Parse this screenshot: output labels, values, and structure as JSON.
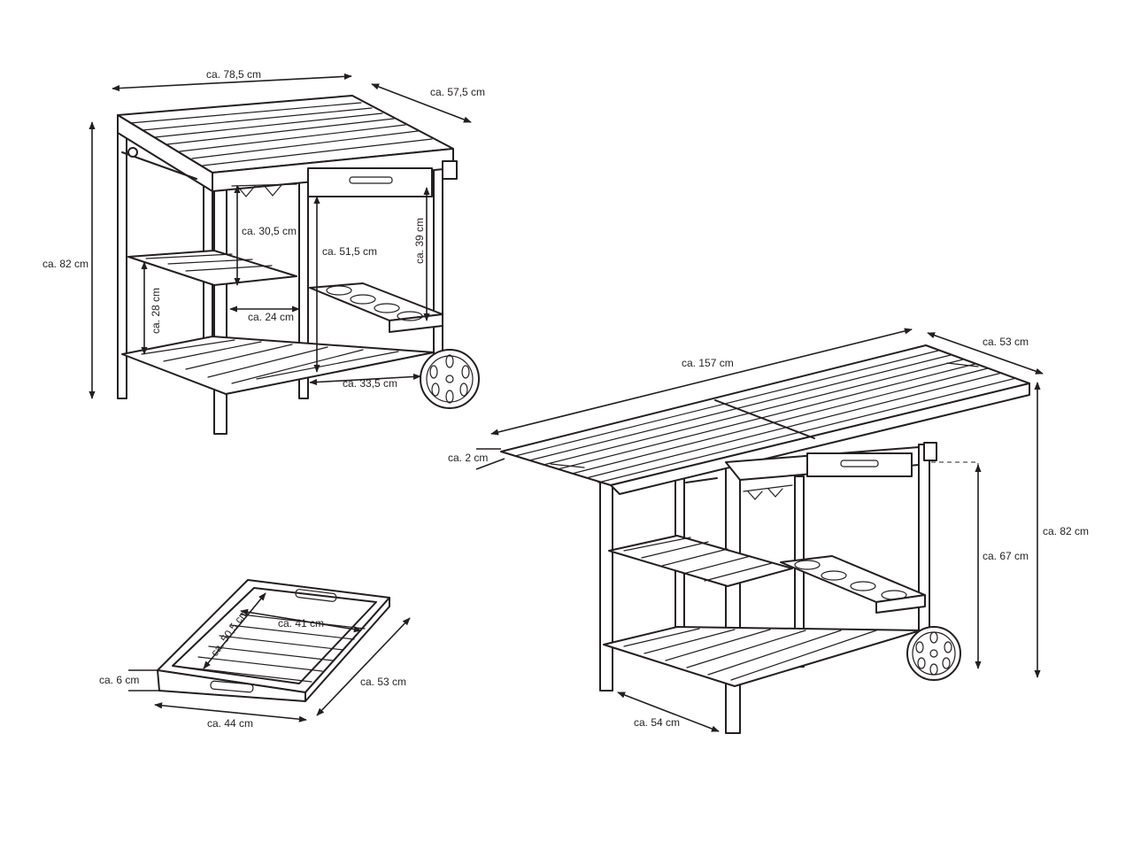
{
  "figure_a": {
    "width": "ca. 78,5 cm",
    "depth": "ca. 57,5 cm",
    "height": "ca. 82 cm",
    "rack_height": "ca. 30,5 cm",
    "cabinet_height": "ca. 51,5 cm",
    "holder_height": "ca. 39 cm",
    "shelf_height": "ca. 28 cm",
    "shelf_depth": "ca. 24 cm",
    "holder_width": "ca. 33,5 cm"
  },
  "figure_b": {
    "width": "ca. 157 cm",
    "depth": "ca. 53 cm",
    "thickness": "ca. 2 cm",
    "total_height": "ca. 82 cm",
    "inner_height": "ca. 67 cm",
    "base_depth": "ca. 54 cm"
  },
  "figure_c": {
    "inner_length": "ca. 50,5 cm",
    "inner_width": "ca. 41 cm",
    "height": "ca. 6 cm",
    "outer_width": "ca. 44 cm",
    "outer_length": "ca. 53 cm"
  }
}
